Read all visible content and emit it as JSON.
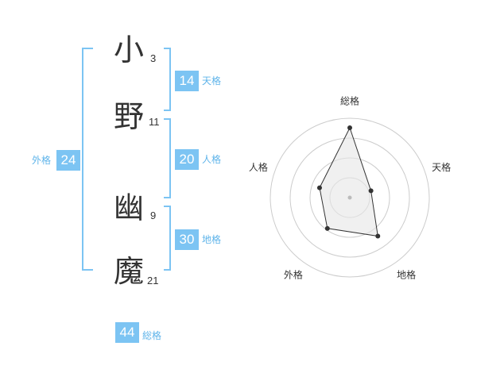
{
  "name": {
    "characters": [
      {
        "char": "小",
        "strokes": "3"
      },
      {
        "char": "野",
        "strokes": "11"
      },
      {
        "char": "幽",
        "strokes": "9"
      },
      {
        "char": "魔",
        "strokes": "21"
      }
    ]
  },
  "fortunes": {
    "tenkaku": {
      "value": "14",
      "label": "天格"
    },
    "jinkaku": {
      "value": "20",
      "label": "人格"
    },
    "chikaku": {
      "value": "30",
      "label": "地格"
    },
    "gaikaku": {
      "value": "24",
      "label": "外格"
    },
    "soukaku": {
      "value": "44",
      "label": "総格"
    }
  },
  "chart_data": {
    "type": "radar",
    "axes": [
      "総格",
      "天格",
      "地格",
      "外格",
      "人格"
    ],
    "values": [
      44,
      14,
      30,
      24,
      20
    ],
    "rings": 4,
    "colors": {
      "ring": "#cccccc",
      "fill": "#e6e6e6",
      "line": "#333333",
      "center": "#bbbbbb"
    }
  }
}
